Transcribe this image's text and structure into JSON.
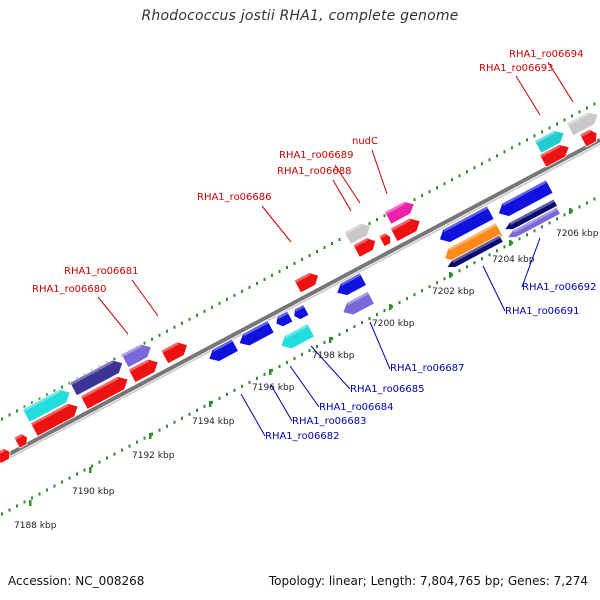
{
  "title": "Rhodococcus jostii RHA1, complete genome",
  "footer": {
    "accession": "Accession: NC_008268",
    "summary": "Topology: linear; Length: 7,804,765 bp; Genes: 7,274"
  },
  "colors": {
    "axis": "#9a9a9a",
    "tick": "#2e8b2e",
    "top_label": "#cc0000",
    "bottom_label": "#0000b0"
  },
  "scale_labels": [
    "7188 kbp",
    "7190 kbp",
    "7192 kbp",
    "7194 kbp",
    "7196 kbp",
    "7198 kbp",
    "7200 kbp",
    "7202 kbp",
    "7204 kbp",
    "7206 kbp"
  ],
  "top_gene_labels": [
    "RHA1_ro06680",
    "RHA1_ro06681",
    "RHA1_ro06686",
    "RHA1_ro06688",
    "RHA1_ro06689",
    "nudC",
    "RHA1_ro06693",
    "RHA1_ro06694"
  ],
  "bottom_gene_labels": [
    "RHA1_ro06682",
    "RHA1_ro06683",
    "RHA1_ro06684",
    "RHA1_ro06685",
    "RHA1_ro06687",
    "RHA1_ro06691",
    "RHA1_ro06692"
  ]
}
